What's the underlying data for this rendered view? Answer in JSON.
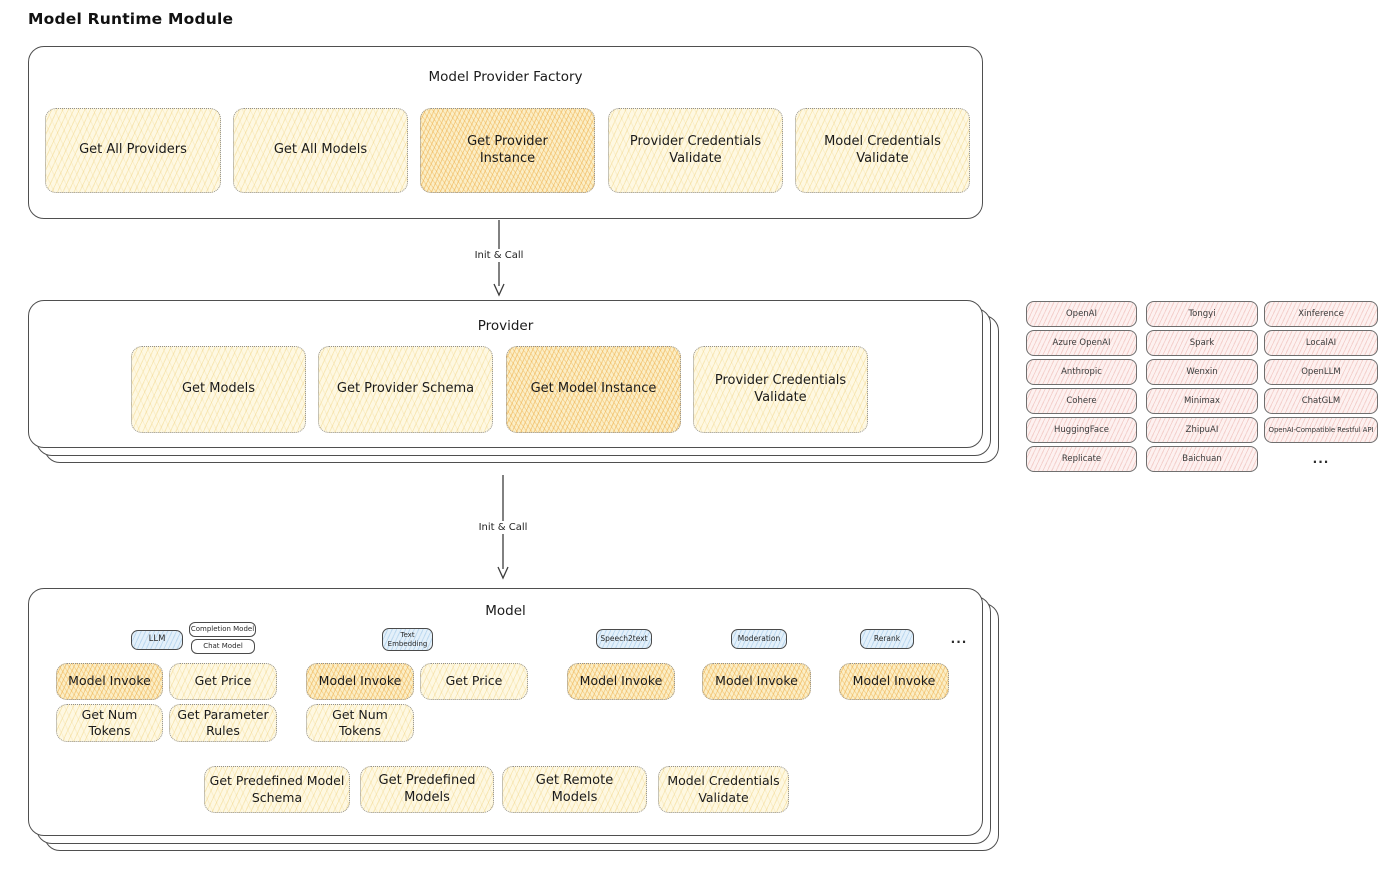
{
  "title": "Model Runtime Module",
  "arrows": {
    "top": "Init & Call",
    "bottom": "Init & Call"
  },
  "factory": {
    "title": "Model Provider Factory",
    "functions": [
      "Get All Providers",
      "Get All Models",
      "Get Provider Instance",
      "Provider Credentials Validate",
      "Model Credentials Validate"
    ],
    "highlight_index": 2
  },
  "provider": {
    "title": "Provider",
    "functions": [
      "Get Models",
      "Get Provider Schema",
      "Get Model Instance",
      "Provider Credentials Validate"
    ],
    "highlight_index": 2
  },
  "supported_providers": {
    "col1": [
      "OpenAI",
      "Azure OpenAI",
      "Anthropic",
      "Cohere",
      "HuggingFace",
      "Replicate"
    ],
    "col2": [
      "Tongyi",
      "Spark",
      "Wenxin",
      "Minimax",
      "ZhipuAI",
      "Baichuan"
    ],
    "col3": [
      "Xinference",
      "LocalAI",
      "OpenLLM",
      "ChatGLM",
      "OpenAI-Compatible Restful API"
    ],
    "more": "..."
  },
  "model": {
    "title": "Model",
    "groups": [
      {
        "tags": [
          "LLM",
          "Completion Model",
          "Chat Model"
        ],
        "functions": [
          "Model Invoke",
          "Get Price",
          "Get Num Tokens",
          "Get Parameter Rules"
        ]
      },
      {
        "tags": [
          "Text Embedding"
        ],
        "functions": [
          "Model Invoke",
          "Get Price",
          "Get Num Tokens"
        ]
      },
      {
        "tags": [
          "Speech2text"
        ],
        "functions": [
          "Model Invoke"
        ]
      },
      {
        "tags": [
          "Moderation"
        ],
        "functions": [
          "Model Invoke"
        ]
      },
      {
        "tags": [
          "Rerank"
        ],
        "functions": [
          "Model Invoke"
        ]
      }
    ],
    "more_tags": "...",
    "shared_functions": [
      "Get Predefined Model Schema",
      "Get Predefined Models",
      "Get Remote Models",
      "Model Credentials Validate"
    ]
  },
  "colors": {
    "function_fill": "#FEF8E2",
    "highlight_fill": "#FBEEC6",
    "tag_blue_fill": "#E3F0FA",
    "provider_pink_fill": "#FDF1F0",
    "outline": "#4F4F4F"
  }
}
